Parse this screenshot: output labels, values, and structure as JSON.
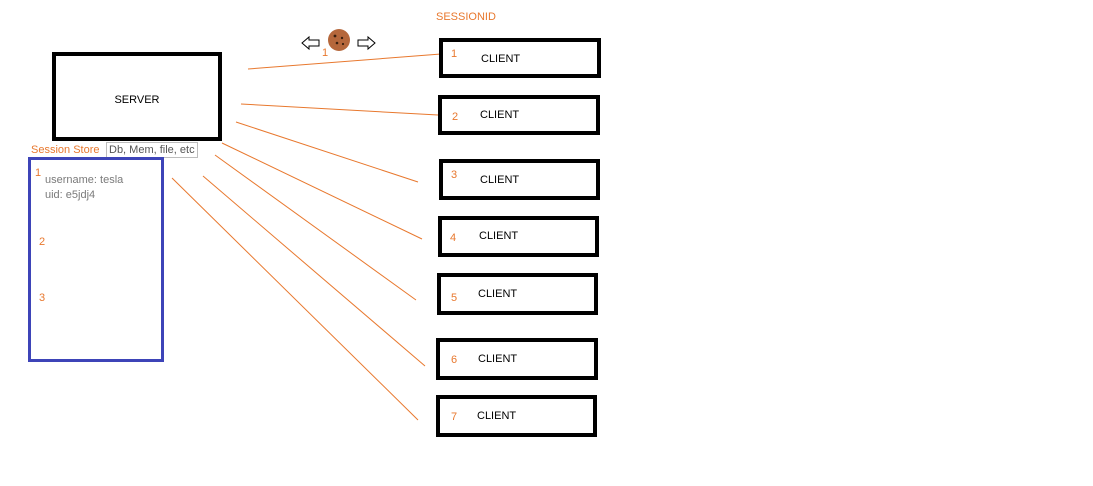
{
  "header": {
    "sessionid_label": "SESSIONID"
  },
  "server": {
    "label": "SERVER"
  },
  "cookie": {
    "number": "1",
    "icon": "cookie-icon"
  },
  "session_store": {
    "label": "Session Store",
    "note": "Db, Mem, file, etc",
    "entries": [
      {
        "number": "1",
        "lines": [
          "username: tesla",
          "uid: e5jdj4"
        ]
      },
      {
        "number": "2",
        "lines": []
      },
      {
        "number": "3",
        "lines": []
      }
    ]
  },
  "clients": [
    {
      "number": "1",
      "label": "CLIENT"
    },
    {
      "number": "2",
      "label": "CLIENT"
    },
    {
      "number": "3",
      "label": "CLIENT"
    },
    {
      "number": "4",
      "label": "CLIENT"
    },
    {
      "number": "5",
      "label": "CLIENT"
    },
    {
      "number": "6",
      "label": "CLIENT"
    },
    {
      "number": "7",
      "label": "CLIENT"
    }
  ],
  "colors": {
    "orange": "#e8782e",
    "store_border": "#3d44b8",
    "cookie": "#b5673b"
  }
}
